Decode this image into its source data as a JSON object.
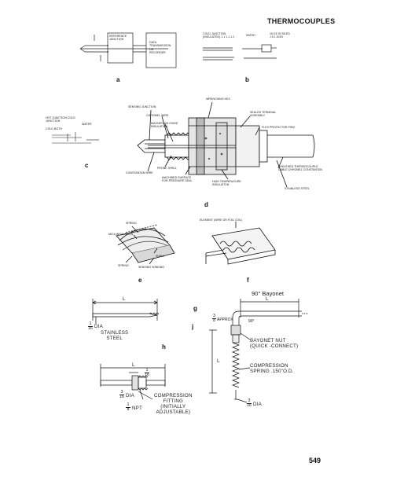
{
  "header": {
    "title": "THERMOCOUPLES"
  },
  "page_number": "549",
  "figures": {
    "a": {
      "caption": "a",
      "box1": "REFERENCE\nJUNCTION",
      "box2": "DATA\nTRANSMISSION\nOR\nRECORDER"
    },
    "b": {
      "caption": "b",
      "label1": "COLD JUNCTION\n(INSULATED) 1.1 1.1.1.1",
      "label2": "SATED",
      "label3": "1N 1E IN SILED\nJ.1C.1ION"
    },
    "c": {
      "caption": "c",
      "label1": "HOT JUNCTION COLD\nJUNCTION",
      "label2": "WATER",
      "label3": "COLD BOTH"
    },
    "d": {
      "caption": "d",
      "labels": [
        "WRENCHING HEX",
        "SENSING JUNCTION",
        "CHROMEL WIRE",
        "MAGNESIUM OXIDE\nINSULATION",
        "SEALED TERMINAL\nASSEMBLY",
        "FLEX PROTECTOR PING",
        "PROBE SHELL",
        "CONSTANTAN WIRE",
        "MACHINED SURFACE\nFOR PRESSURE SEAL",
        "HIGH TEMPERATURE\nINSULATION",
        "STAINLESS STEEL",
        "SHEATHED THERMOCOUPLE\nCABLE CHROMEL CONSTANTAN"
      ]
    },
    "e": {
      "caption": "e",
      "labels": [
        "SPRING",
        "MICA INSULATION",
        "SHELL",
        "SPRING",
        "SENSING WINDING"
      ]
    },
    "f": {
      "caption": "f",
      "label": "ELEMENT (WIRE OR FOIL COIL)"
    },
    "g": {
      "caption": "g",
      "dim_L": "L",
      "dia_num": "1",
      "dia_den": "16",
      "dia_label": "DIA",
      "material": "STAINLESS\nSTEEL"
    },
    "h": {
      "caption": "h",
      "dim_L": "L",
      "dim_frac_num": "1",
      "dim_frac_den": "16",
      "dia_num": "3",
      "dia_den": "16",
      "dia_label": "DIA",
      "npt_num": "1",
      "npt_den": "8",
      "npt_label": "NPT",
      "fitting": "COMPRESSION\nFITTING\n(INITIALLY\nADJUSTABLE)"
    },
    "j": {
      "caption": "j",
      "title": "90° Bayonet",
      "dim_L": "L",
      "dim_L2": "L",
      "approx_num": "3",
      "approx_den": "8",
      "approx_label": "APPROX",
      "angle": "90°",
      "dia_num": "3",
      "dia_den": "16",
      "dia_label": "DIA",
      "nut": "BAYONET NUT\n(QUICK -CONNECT)",
      "spring": "COMPRESSION\nSPRING .150\"O.D."
    }
  }
}
